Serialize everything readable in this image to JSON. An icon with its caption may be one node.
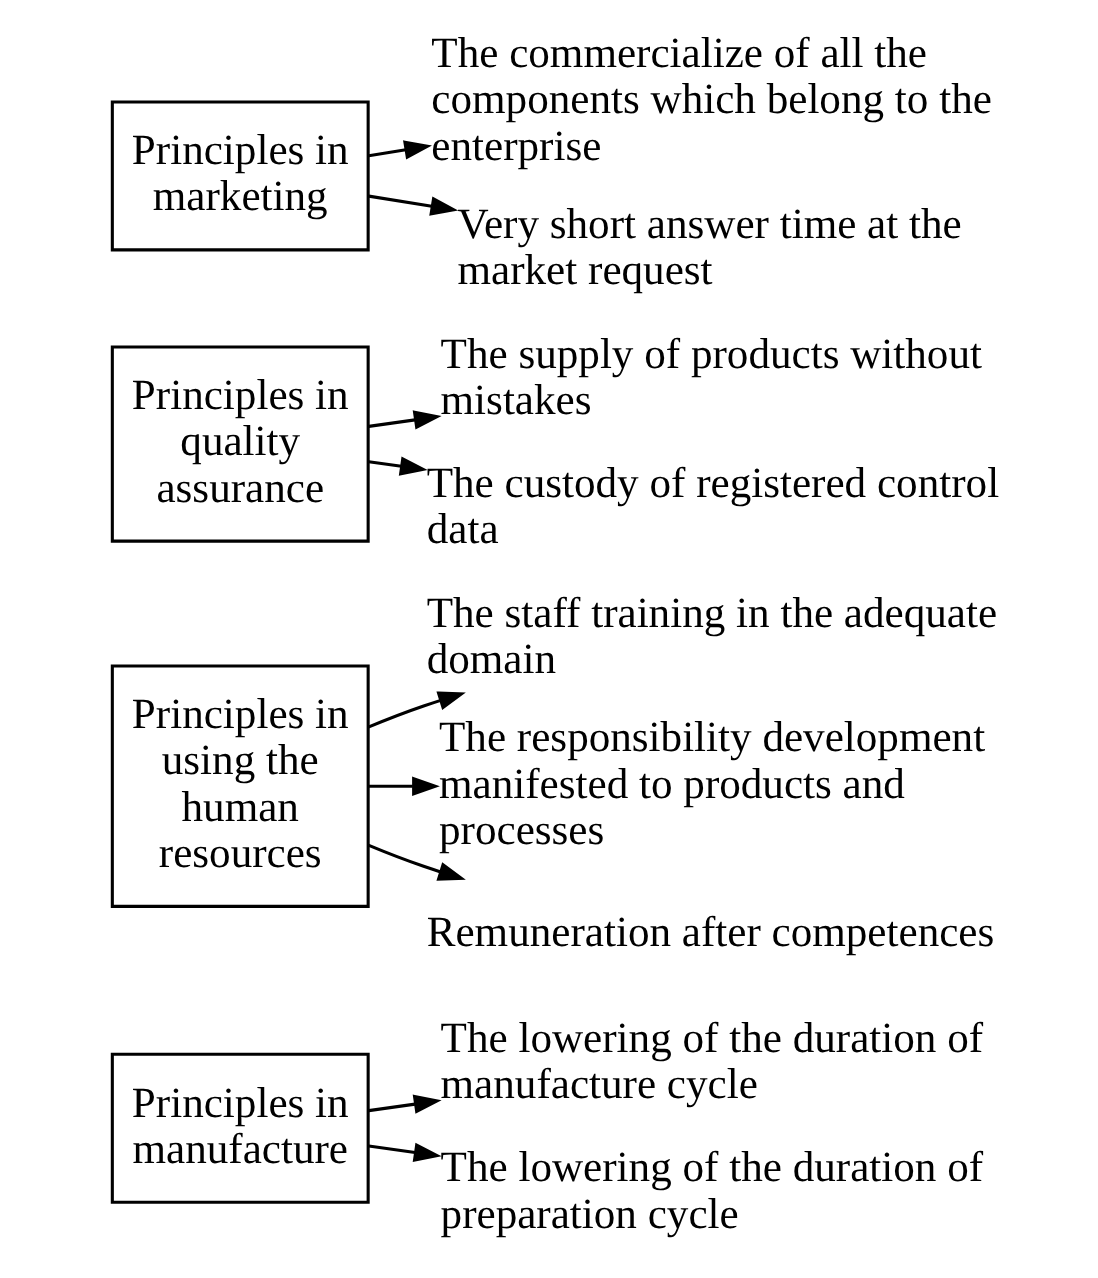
{
  "diagram": {
    "nodes": [
      {
        "text": [
          "Principles in manufacture"
        ]
      },
      {
        "text": [
          "The lowering of the duration of manufacture cycle"
        ]
      },
      {
        "text": [
          "The lowering of the duration of preparation cycle"
        ]
      },
      {
        "text": [
          "Principles in using the human resources"
        ]
      },
      {
        "text": [
          "The staff training in the adequate domain"
        ]
      },
      {
        "text": [
          "The responsibility development manifested to products and processes"
        ]
      },
      {
        "text": [
          "Remuneration after competences"
        ]
      },
      {
        "text": [
          "Principles in quality assurance"
        ]
      },
      {
        "text": [
          "The supply of products without mistakes"
        ]
      },
      {
        "text": [
          "The custody of registered control data"
        ]
      },
      {
        "text": [
          "Principles in marketing"
        ]
      },
      {
        "text": [
          "The commercialize of all the components which belong to the enterprise"
        ]
      },
      {
        "text": [
          "Very short answer time at the market request"
        ]
      }
    ],
    "edges": [
      {
        "from": 0,
        "to": 1,
        "arrow": "to"
      },
      {
        "from": 0,
        "to": 2,
        "arrow": "to"
      },
      {
        "from": 3,
        "to": 4,
        "arrow": "to"
      },
      {
        "from": 3,
        "to": 5,
        "arrow": "to"
      },
      {
        "from": 3,
        "to": 6,
        "arrow": "to"
      },
      {
        "from": 7,
        "to": 8,
        "arrow": "to"
      },
      {
        "from": 7,
        "to": 9,
        "arrow": "to"
      },
      {
        "from": 10,
        "to": 11,
        "arrow": "to"
      },
      {
        "from": 10,
        "to": 12,
        "arrow": "to"
      }
    ]
  }
}
